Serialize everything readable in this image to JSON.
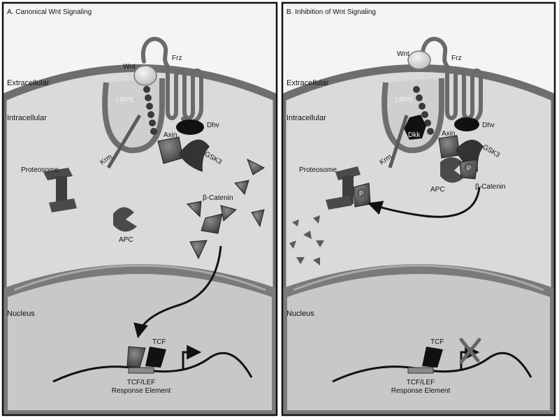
{
  "panels": [
    {
      "title": "A. Canonical Wnt Signaling",
      "labels": {
        "extracellular": "Extracellular",
        "intracellular": "Intracellular",
        "nucleus": "Nucleus",
        "wnt": "Wnt",
        "frz": "Frz",
        "lrp5": "LRP5",
        "dhv": "Dhv",
        "axin": "Axin",
        "gsk3": "GSK3",
        "krm": "Krm",
        "proteosome": "Proteosome",
        "apc": "APC",
        "beta_catenin": "β-Catenin",
        "tcf": "TCF",
        "tcf_lef_1": "TCF/LEF",
        "tcf_lef_2": "Response Element"
      }
    },
    {
      "title": "B. Inhibition of Wnt Signaling",
      "labels": {
        "extracellular": "Extracellular",
        "intracellular": "Intracellular",
        "nucleus": "Nucleus",
        "wnt": "Wnt",
        "frz": "Frz",
        "lrp5": "LRP5",
        "dkk": "Dkk",
        "dhv": "Dhv",
        "axin": "Axin",
        "gsk3": "GSK3",
        "krm": "Krm",
        "proteosome": "Proteosome",
        "apc": "APC",
        "beta_catenin": "β-Catenin",
        "p1": "P",
        "p2": "P",
        "tcf": "TCF",
        "tcf_lef_1": "TCF/LEF",
        "tcf_lef_2": "Response Element"
      }
    }
  ],
  "colors": {
    "extracellular_bg": "#f4f4f4",
    "membrane": "#6e6e6e",
    "cytoplasm": "#dadada",
    "nucleus": "#c8c8c8",
    "protein_dark": "#4a4a4a",
    "black": "#111111"
  }
}
